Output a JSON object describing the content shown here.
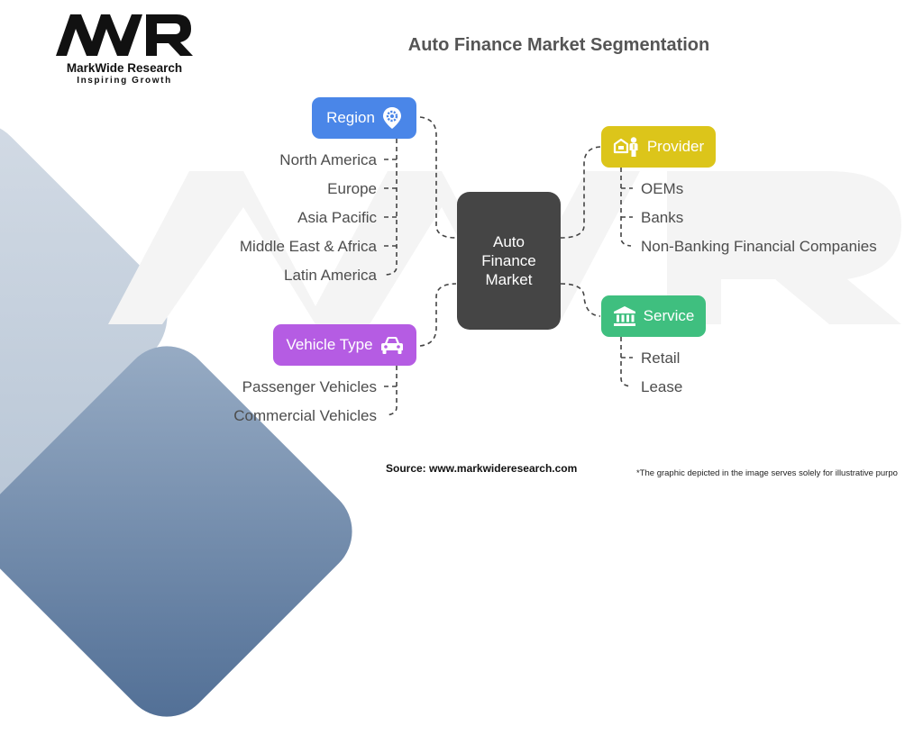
{
  "brand": {
    "logo_text": "MWR",
    "name": "MarkWide Research",
    "tagline": "Inspiring Growth"
  },
  "title": "Auto Finance Market Segmentation",
  "center": {
    "label": "Auto Finance Market"
  },
  "segments": {
    "region": {
      "label": "Region",
      "icon": "location-gear-icon",
      "color": "#4a86e8",
      "items": [
        "North America",
        "Europe",
        "Asia Pacific",
        "Middle East & Africa",
        "Latin America"
      ]
    },
    "vehicle_type": {
      "label": "Vehicle Type",
      "icon": "car-icon",
      "color": "#b55ce3",
      "items": [
        "Passenger Vehicles",
        "Commercial Vehicles"
      ]
    },
    "provider": {
      "label": "Provider",
      "icon": "person-money-icon",
      "color": "#dcc51a",
      "items": [
        "OEMs",
        "Banks",
        "Non-Banking Financial Companies"
      ]
    },
    "service": {
      "label": "Service",
      "icon": "bank-icon",
      "color": "#3fbf7f",
      "items": [
        "Retail",
        "Lease"
      ]
    }
  },
  "footer": {
    "source": "Source: www.markwideresearch.com",
    "disclaimer": "*The graphic depicted in the image serves solely for illustrative purpo"
  }
}
